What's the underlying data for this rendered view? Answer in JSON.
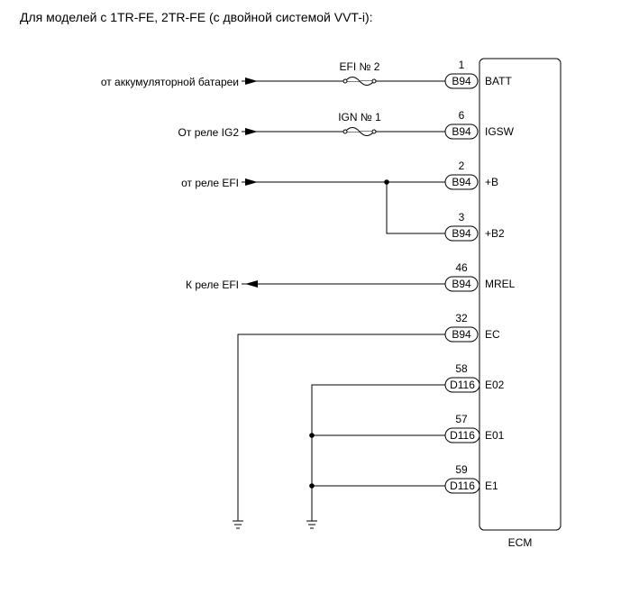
{
  "heading": "Для моделей с 1TR-FE, 2TR-FE (с двойной системой VVT-i):",
  "ecm_label": "ECM",
  "pins": [
    {
      "num": "1",
      "connector": "B94",
      "terminal": "BATT"
    },
    {
      "num": "6",
      "connector": "B94",
      "terminal": "IGSW"
    },
    {
      "num": "2",
      "connector": "B94",
      "terminal": "+B"
    },
    {
      "num": "3",
      "connector": "B94",
      "terminal": "+B2"
    },
    {
      "num": "46",
      "connector": "B94",
      "terminal": "MREL"
    },
    {
      "num": "32",
      "connector": "B94",
      "terminal": "EC"
    },
    {
      "num": "58",
      "connector": "D116",
      "terminal": "E02"
    },
    {
      "num": "57",
      "connector": "D116",
      "terminal": "E01"
    },
    {
      "num": "59",
      "connector": "D116",
      "terminal": "E1"
    }
  ],
  "sources": {
    "battery": "от аккумуляторной батареи",
    "ig2_relay": "От реле IG2",
    "efi_relay_in": "от реле EFI",
    "efi_relay_out": "К реле EFI"
  },
  "fuses": {
    "efi": "EFI № 2",
    "ign": "IGN № 1"
  }
}
